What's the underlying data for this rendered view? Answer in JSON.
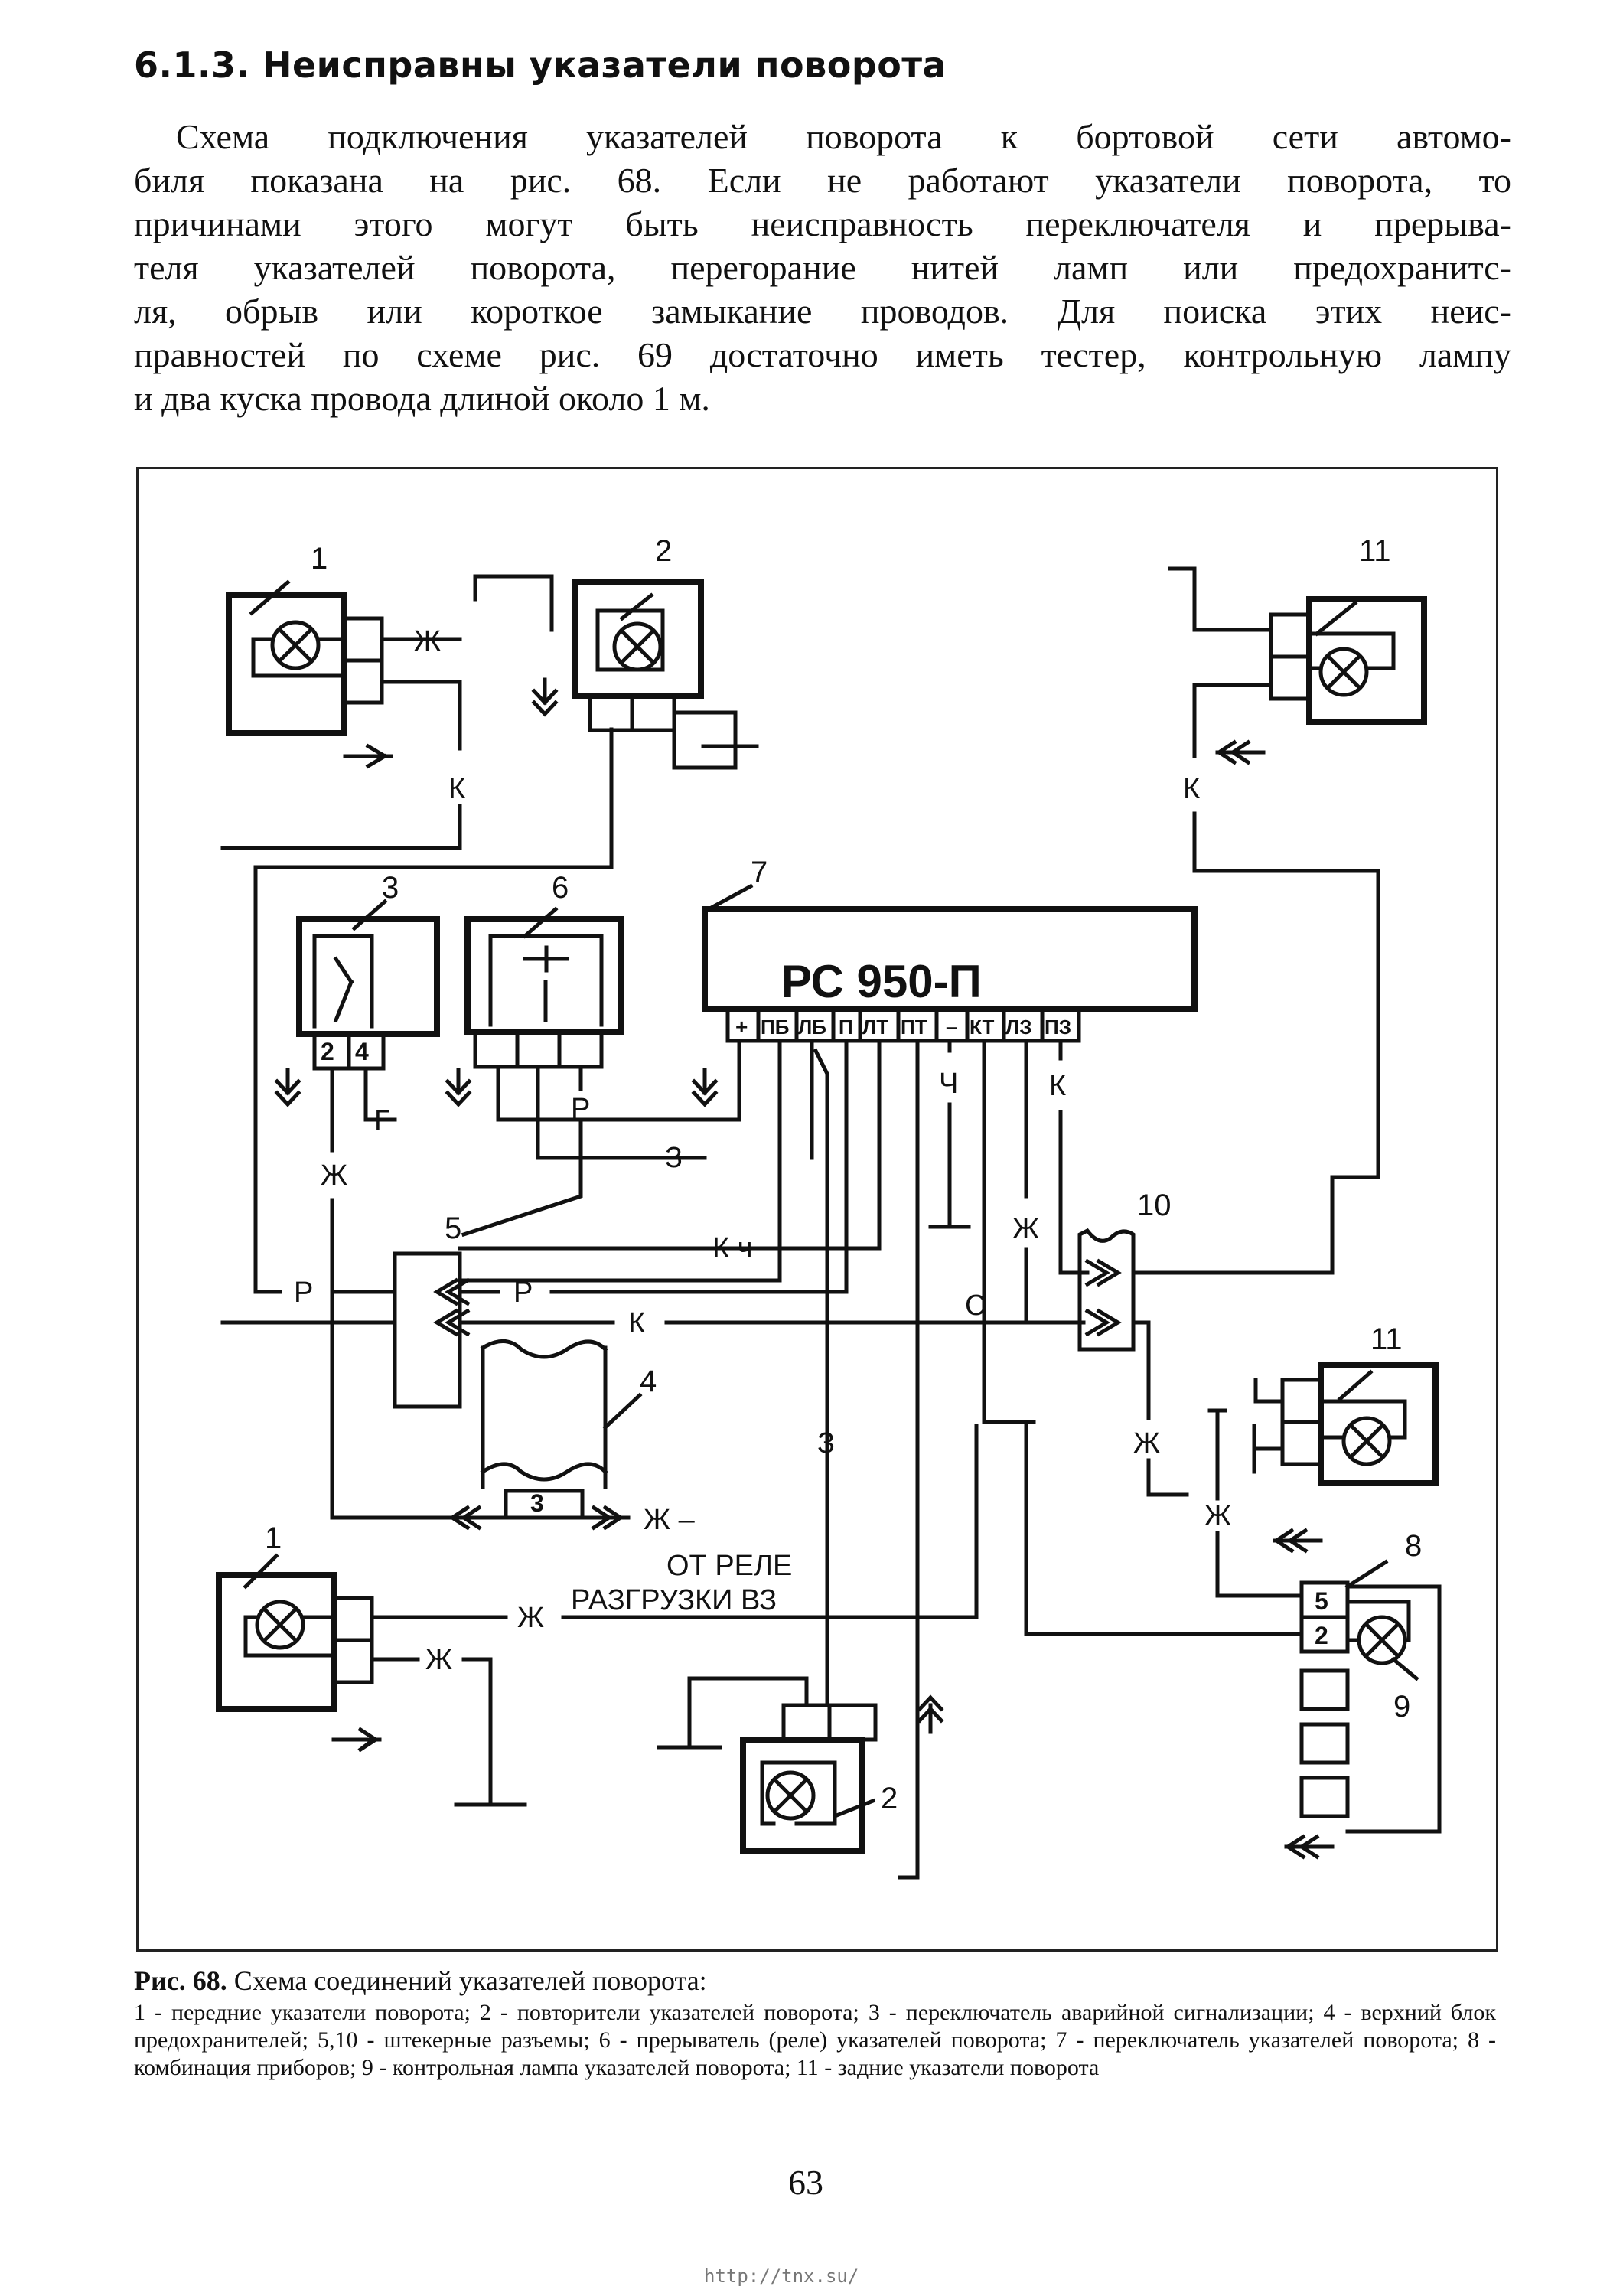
{
  "heading": "6.1.3. Неисправны указатели поворота",
  "paragraph_lines": [
    "Схема подключения указателей поворота к бортовой сети автомо-",
    "биля показана на рис. 68. Если не работают указатели поворота, то",
    "причинами этого могут быть неисправность переключателя и прерыва-",
    "теля указателей поворота, перегорание нитей ламп или предохранитс-",
    "ля, обрыв или короткое замыкание проводов. Для поиска этих неис-",
    "правностей по схеме рис. 69 достаточно иметь тестер, контрольную лампу",
    "и два куска провода длиной около 1 м."
  ],
  "diagram": {
    "switch_label": "РС 950-П",
    "switch_pins": [
      "+",
      "ПБ",
      "ЛБ",
      "П",
      "ЛТ",
      "ПТ",
      "–",
      "КТ",
      "ЛЗ",
      "ПЗ"
    ],
    "component_numbers": {
      "n1_top": "1",
      "n2_top": "2",
      "n11_top": "11",
      "n3": "3",
      "n6": "6",
      "n7": "7",
      "n10": "10",
      "n5": "5",
      "n11_bottom": "11",
      "n4": "4",
      "n8": "8",
      "n1_bottom": "1",
      "n9": "9",
      "n2_bottom": "2"
    },
    "wire_labels": {
      "zh_top_left": "Ж",
      "k_left": "К",
      "k_right": "К",
      "g": "Г",
      "r_relay": "Р",
      "z_mid": "З",
      "ch": "Ч",
      "k_pz": "К",
      "zh_lz": "Ж",
      "zh_left": "Ж",
      "kch": "К ч",
      "r_left": "Р",
      "r_mid": "Р",
      "k_long": "К",
      "s": "С",
      "z_vert": "З",
      "zh_right": "Ж",
      "zh_r2": "Ж",
      "zh_fuse_out": "Ж –",
      "zh_bottom": "Ж",
      "zh_bottom_left": "Ж"
    },
    "relay_pins": [
      "2",
      "4"
    ],
    "fuse_label": "3",
    "fuse_note_line1": "ОТ РЕЛЕ",
    "fuse_note_line2": "РАЗГРУЗКИ  ВЗ",
    "cluster_pins": [
      "5",
      "2"
    ]
  },
  "caption": {
    "figure_ref": "Рис. 68.",
    "title": "Схема соединений указателей поворота:",
    "legend": "1 - передние указатели поворота; 2 - повторители указателей поворота; 3 - переключатель аварийной сигнализации; 4 - верхний блок предохранителей; 5,10 - штекерные разъемы; 6 - прерыватель (реле) указателей поворота; 7 - переключатель указателей поворота; 8 - комбинация приборов; 9 - контрольная лампа указателей поворота; 11 - задние указатели поворота"
  },
  "page_number": "63",
  "watermark": "http://tnx.su/"
}
